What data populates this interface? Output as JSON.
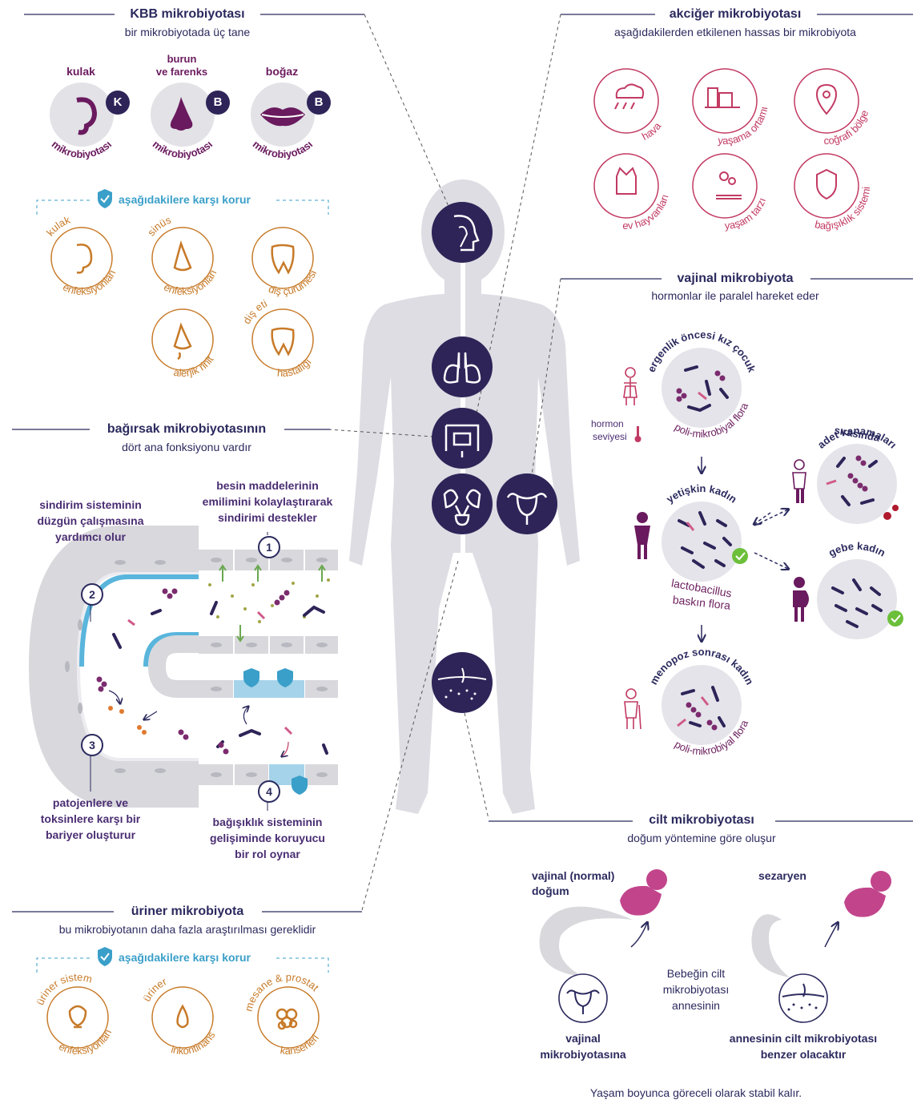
{
  "ent": {
    "title": "KBB mikrobiyotası",
    "subtitle": "bir mikrobiyotada üç tane",
    "organs": [
      {
        "top": "kulak",
        "top2": "",
        "badge": "K",
        "bottom": "mikrobiyotası"
      },
      {
        "top": "burun",
        "top2": "ve farenks",
        "badge": "B",
        "bottom": "mikrobiyotası"
      },
      {
        "top": "boğaz",
        "top2": "",
        "badge": "B",
        "bottom": "mikrobiyotası"
      }
    ],
    "protects": "aşağıdakilere karşı korur",
    "conditions": [
      {
        "top": "kulak",
        "bottom": "enfeksiyonları"
      },
      {
        "top": "sinüs",
        "bottom": "enfeksiyonları"
      },
      {
        "top": "",
        "bottom": "diş çürümesi"
      },
      {
        "top": "",
        "bottom": "alerjik rinit"
      },
      {
        "top": "diş eti",
        "bottom": "hastalığı"
      }
    ]
  },
  "lung": {
    "title": "akciğer mikrobiyotası",
    "subtitle": "aşağıdakilerden etkilenen hassas bir mikrobiyota",
    "factors": [
      "hava",
      "yaşama ortamı",
      "coğrafi bölge",
      "ev hayvanları",
      "yaşam tarzı",
      "bağışıklık sistemi"
    ]
  },
  "gut": {
    "title": "bağırsak mikrobiyotasının",
    "subtitle": "dört ana fonksiyonu vardır",
    "functions": [
      {
        "num": "1",
        "lines": [
          "besin maddelerinin",
          "emilimini kolaylaştırarak",
          "sindirimi destekler"
        ]
      },
      {
        "num": "2",
        "lines": [
          "sindirim sisteminin",
          "düzgün çalışmasına",
          "yardımcı olur"
        ]
      },
      {
        "num": "3",
        "lines": [
          "patojenlere ve",
          "toksinlere karşı bir",
          "bariyer oluşturur"
        ]
      },
      {
        "num": "4",
        "lines": [
          "bağışıklık sisteminin",
          "gelişiminde koruyucu",
          "bir rol oynar"
        ]
      }
    ]
  },
  "vaginal": {
    "title": "vajinal mikrobiyota",
    "subtitle": "hormonlar ile paralel hareket eder",
    "stages": {
      "prepubertal": "ergenlik öncesi kız çocuk",
      "poly": "poli-mikrobiyal flora",
      "hormone": [
        "hormon",
        "seviyesi"
      ],
      "adult": "yetişkin kadın",
      "lacto": [
        "lactobacillus",
        "baskın flora"
      ],
      "menses": [
        "adet kanamaları",
        "sırasında"
      ],
      "pregnant": "gebe kadın",
      "menopause": "menopoz sonrası kadın",
      "poly2": "poli-mikrobiyal flora"
    }
  },
  "urinary": {
    "title": "üriner mikrobiyota",
    "subtitle": "bu mikrobiyotanın daha fazla araştırılması gereklidir",
    "protects": "aşağıdakilere karşı korur",
    "conditions": [
      {
        "top": "üriner sistem",
        "bottom": "enfeksiyonları"
      },
      {
        "top": "üriner",
        "bottom": "inkontinans"
      },
      {
        "top": "mesane & prostat",
        "bottom": "kanserleri"
      }
    ]
  },
  "skin": {
    "title": "cilt mikrobiyotası",
    "subtitle": "doğum yöntemine göre oluşur",
    "vaginal_birth": [
      "vajinal (normal)",
      "doğum"
    ],
    "cesarean": "sezaryen",
    "middle": [
      "Bebeğin cilt",
      "mikrobiyotası",
      "annesinin"
    ],
    "left_result": [
      "vajinal",
      "mikrobiyotasına"
    ],
    "right_result": [
      "annesinin cilt mikrobiyotası",
      "benzer olacaktır"
    ],
    "footer": "Yaşam boyunca göreceli olarak stabil kalır."
  },
  "colors": {
    "navy": "#2b2a5e",
    "purple": "#6a1a5e",
    "magenta": "#c2458c",
    "rose": "#c23a63",
    "orange": "#c77a28",
    "teal": "#3a9fc9",
    "gray": "#dcdce2",
    "dark_circle": "#2e2458"
  }
}
